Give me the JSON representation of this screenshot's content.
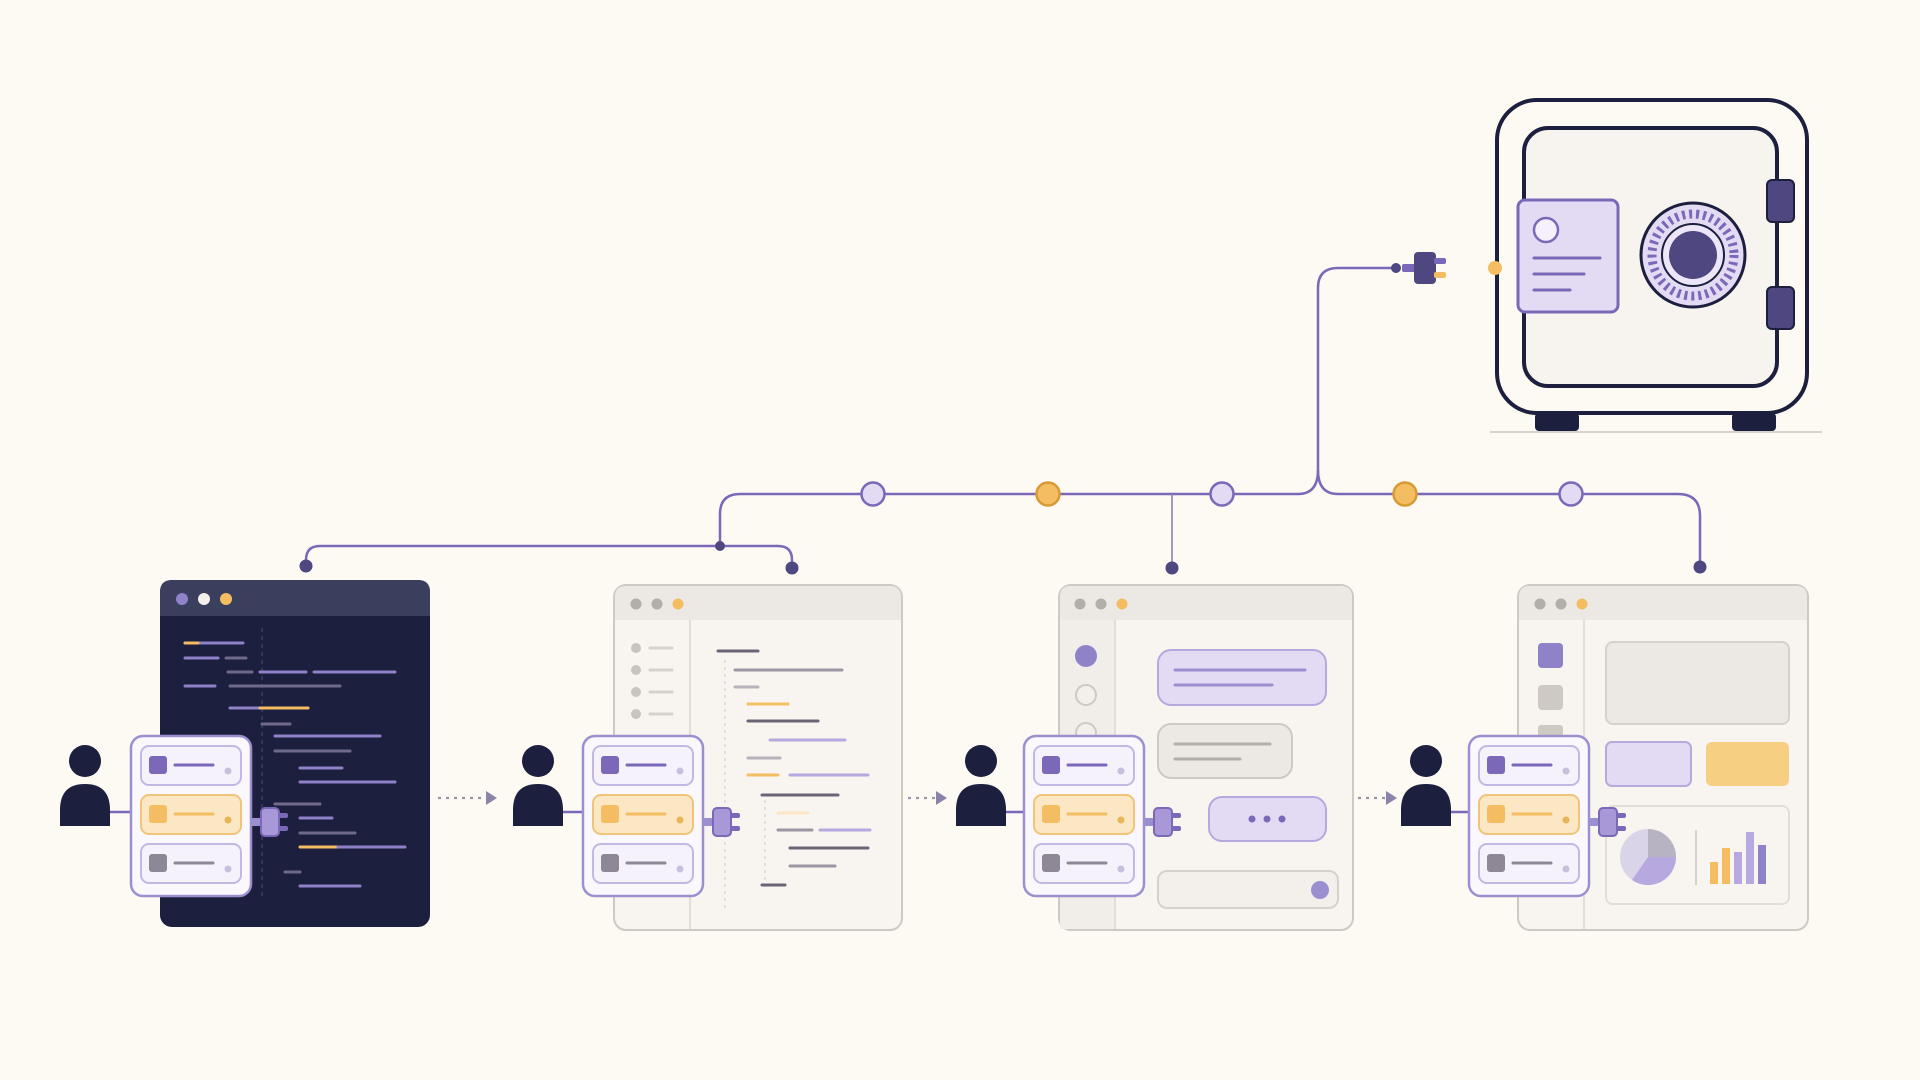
{
  "colors": {
    "background": "#fdf9f3",
    "purple": "#7b68b8",
    "purple_light": "#e3dbf4",
    "purple_mid": "#b8a8e0",
    "amber": "#f4bd62",
    "amber_light": "#fbe7c4",
    "navy": "#1c1f3d",
    "navy_bar": "#3b3f5e",
    "gray": "#a6a1a0",
    "gray_light": "#ece8e3",
    "window_bg": "#f8f5f0",
    "window_border": "#cfc9c4"
  },
  "icons": {
    "vault": "safe-icon",
    "credential": "id-card-icon",
    "dial": "combination-dial-icon",
    "connector": "plug-icon",
    "user": "person-icon",
    "handoff": "dotted-arrow-icon"
  },
  "stages": [
    {
      "id": "code-editor",
      "theme": "dark"
    },
    {
      "id": "document-editor",
      "theme": "light"
    },
    {
      "id": "chat-app",
      "theme": "light"
    },
    {
      "id": "dashboard",
      "theme": "light"
    }
  ],
  "bus_nodes": [
    "purple",
    "amber",
    "purple",
    "amber",
    "purple"
  ]
}
